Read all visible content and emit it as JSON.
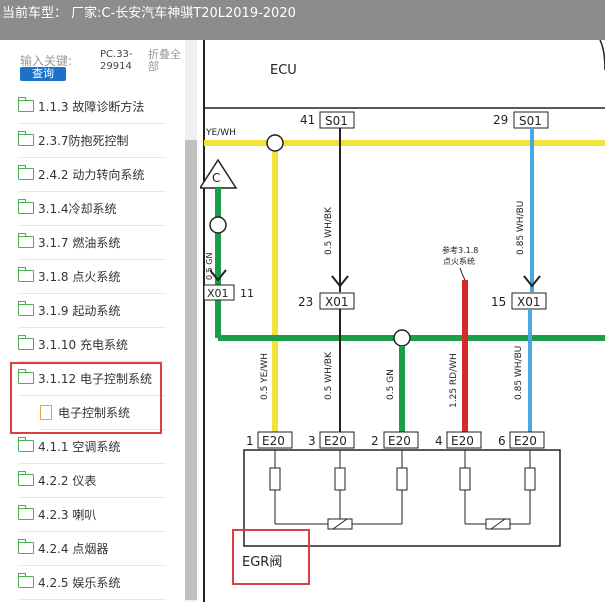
{
  "title": "当前车型：  厂家:C-长安汽车神骐T20L2019-2020",
  "sidebar": {
    "search_label": "输入关键:",
    "search_button": "查询",
    "code": "PC.33-\n29914",
    "collapse": "折叠全\n部",
    "items": [
      {
        "label": "1.1.3 故障诊断方法"
      },
      {
        "label": "2.3.7防抱死控制"
      },
      {
        "label": "2.4.2 动力转向系统"
      },
      {
        "label": "3.1.4冷却系统"
      },
      {
        "label": "3.1.7 燃油系统"
      },
      {
        "label": "3.1.8 点火系统"
      },
      {
        "label": "3.1.9 起动系统"
      },
      {
        "label": "3.1.10 充电系统"
      },
      {
        "label": "3.1.12 电子控制系统"
      },
      {
        "label": "电子控制系统"
      },
      {
        "label": "4.1.1 空调系统"
      },
      {
        "label": "4.2.2 仪表"
      },
      {
        "label": "4.2.3 喇叭"
      },
      {
        "label": "4.2.4 点烟器"
      },
      {
        "label": "4.2.5 娱乐系统"
      }
    ]
  },
  "diagram": {
    "ecu": "ECU",
    "yewh_top": "YE/WH",
    "c_marker": "C",
    "pin41": "41",
    "s01a": "S01",
    "pin29": "29",
    "s01b": "S01",
    "wire_wh_bk": "0.5 WH/BK",
    "wire_wh_bu": "0.85 WH/BU",
    "wire_gn": "0.5 GN",
    "ref_note_1": "参考3.1.8",
    "ref_note_2": "点火系统",
    "x01_11": "X01",
    "pin11": "11",
    "pin23": "23",
    "x01_23": "X01",
    "pin15": "15",
    "x01_15": "X01",
    "wire_ye_wh": "0.5 YE/WH",
    "wire_wh_bk2": "0.5 WH/BK",
    "wire_gn2": "0.5 GN",
    "wire_rd_wh": "1.25 RD/WH",
    "wire_wh_bu2": "0.85 WH/BU",
    "e20_pins": [
      "1",
      "3",
      "2",
      "4",
      "6"
    ],
    "e20": "E20",
    "egr": "EGR阀",
    "colors": {
      "yellow": "#f2e23a",
      "green": "#1a9e4a",
      "red": "#d42a2a",
      "blue": "#4aa8e0",
      "black": "#222222"
    }
  }
}
